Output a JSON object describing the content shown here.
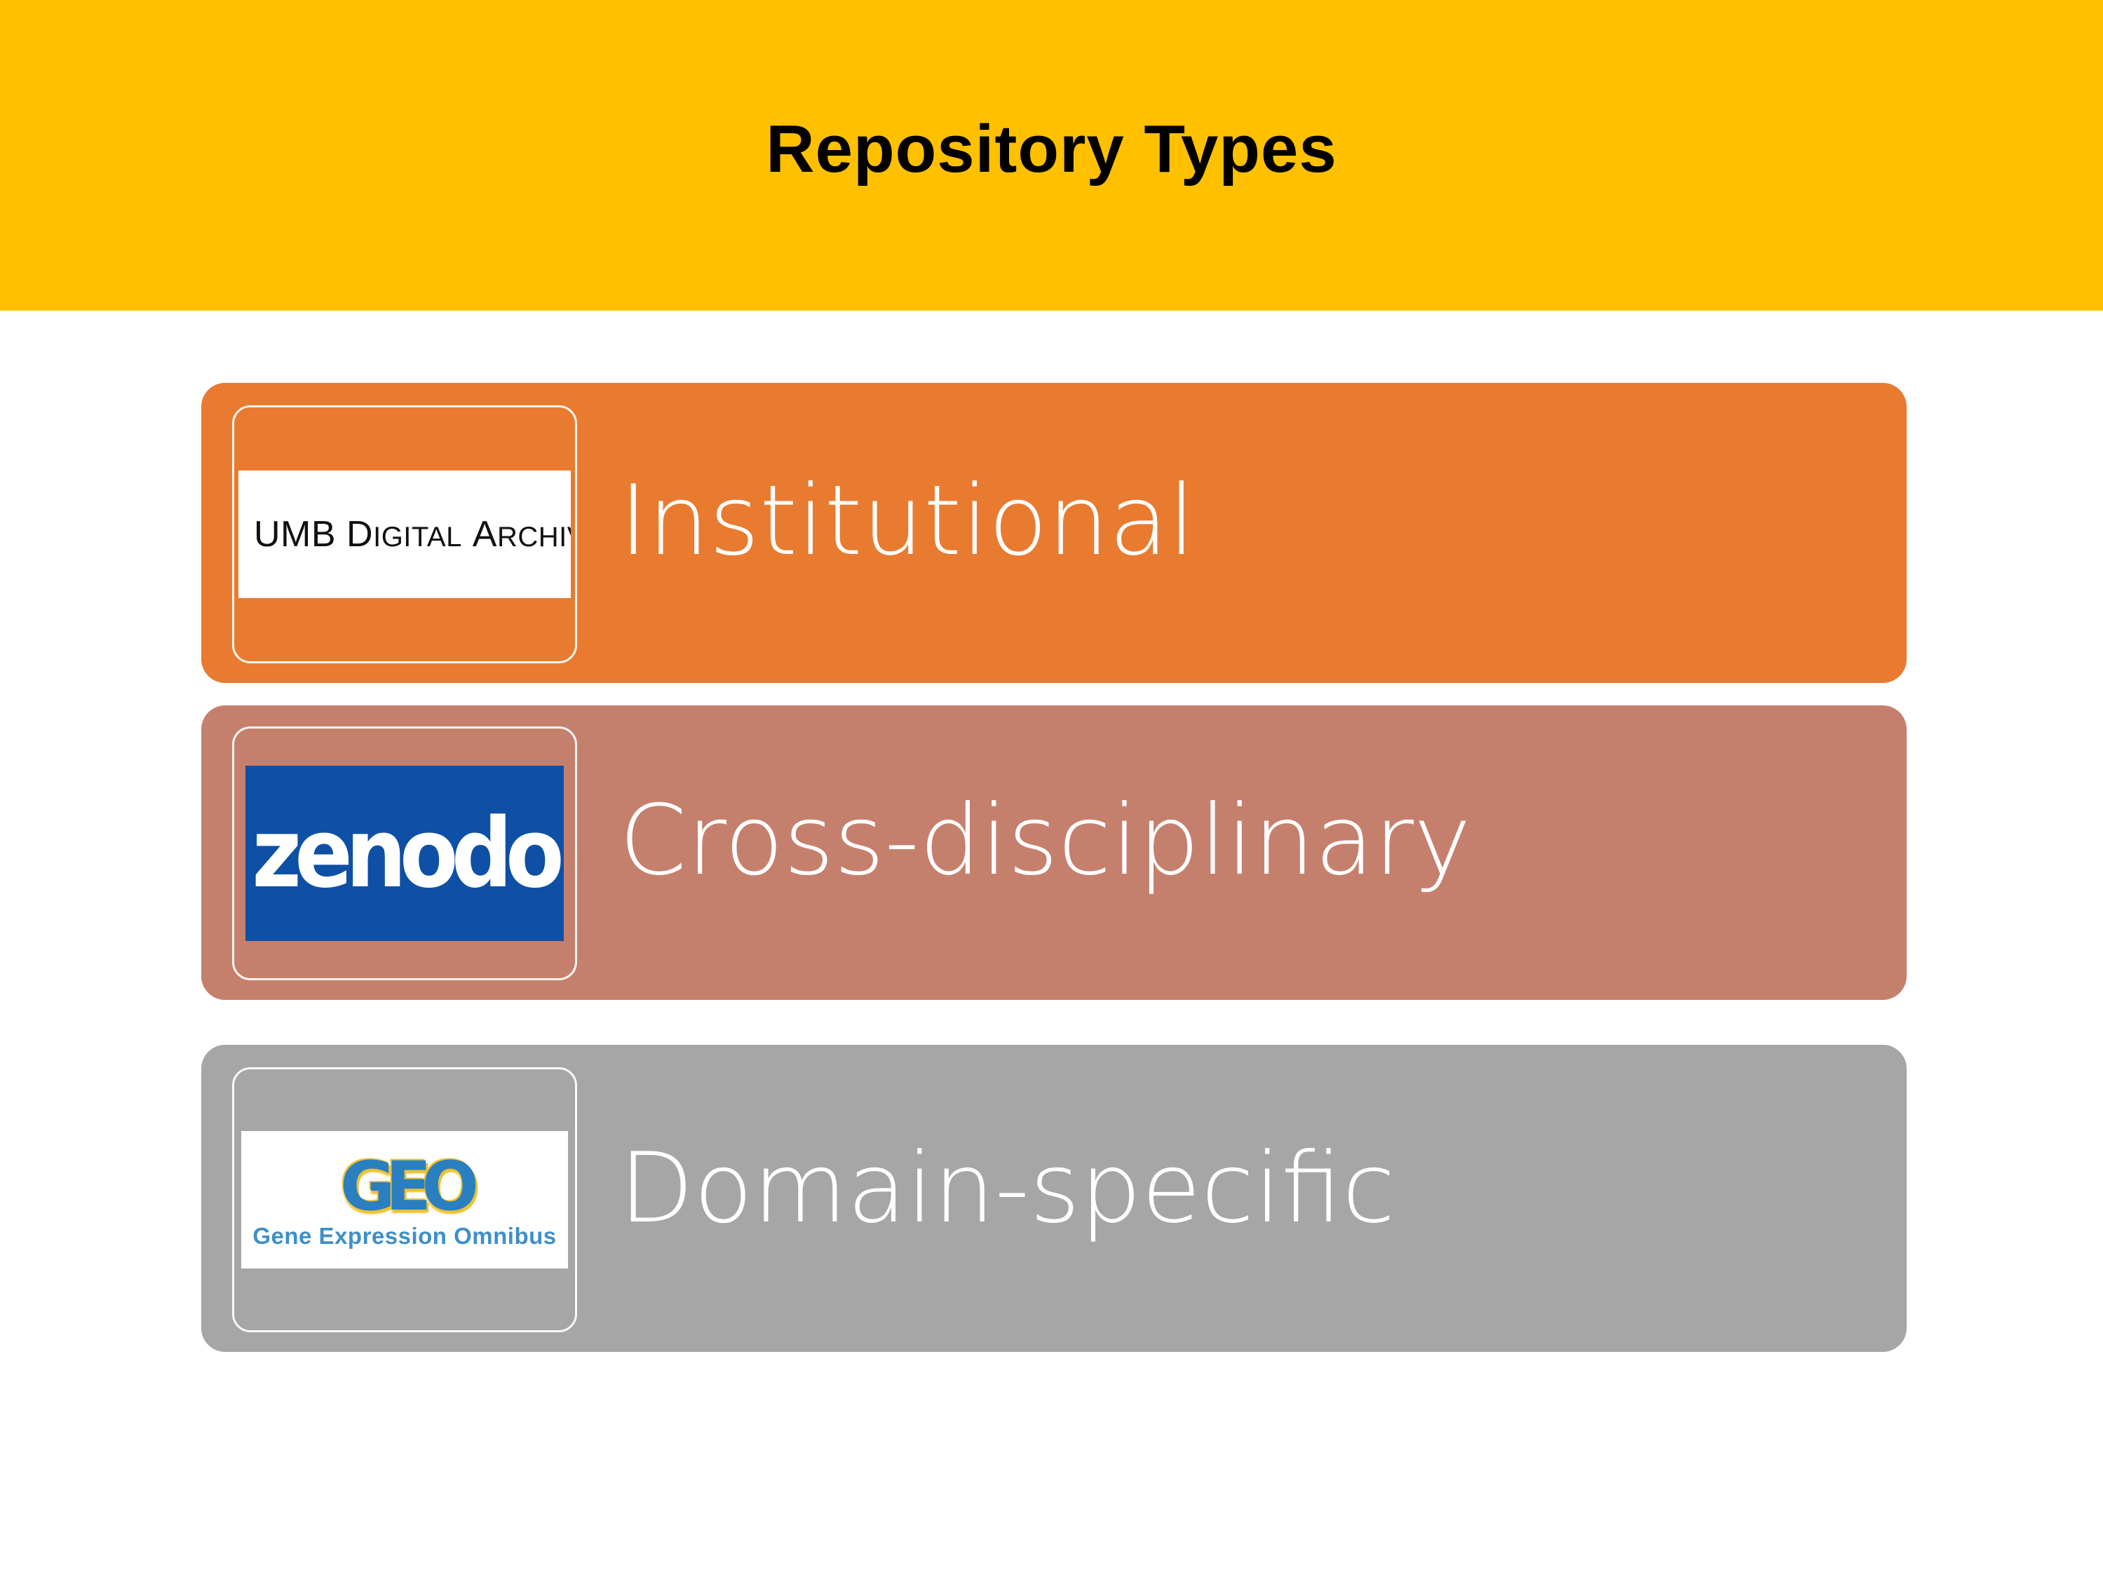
{
  "slide": {
    "title": "Repository Types",
    "title_band_color": "#FFC000",
    "background_color": "#FFFFFF"
  },
  "rows": [
    {
      "label": "Institutional",
      "bar_color": "#E87B30",
      "logo": {
        "name": "umb-digital-archive-logo",
        "word_lead": "UMB",
        "word_d": "D",
        "word_igital": "IGITAL",
        "word_a": "A",
        "word_rchive": "RCHIVE",
        "plate_color": "#FFFFFF",
        "mark_colors": [
          "#8FD6D6",
          "#49BDBD",
          "#1BB0B5"
        ]
      }
    },
    {
      "label": "Cross-disciplinary",
      "bar_color": "#C5806D",
      "logo": {
        "name": "zenodo-logo",
        "wordmark": "zenodo",
        "plate_color": "#0E50A5",
        "text_color": "#FFFFFF"
      }
    },
    {
      "label": "Domain-specific",
      "bar_color": "#A6A6A6",
      "logo": {
        "name": "gene-expression-omnibus-logo",
        "mark": "GEO",
        "subtitle": "Gene Expression Omnibus",
        "plate_color": "#FFFFFF",
        "mark_color": "#2A7FC0",
        "mark_shadow_color": "#EFC12E",
        "subtitle_color": "#3E8FC9"
      }
    }
  ]
}
